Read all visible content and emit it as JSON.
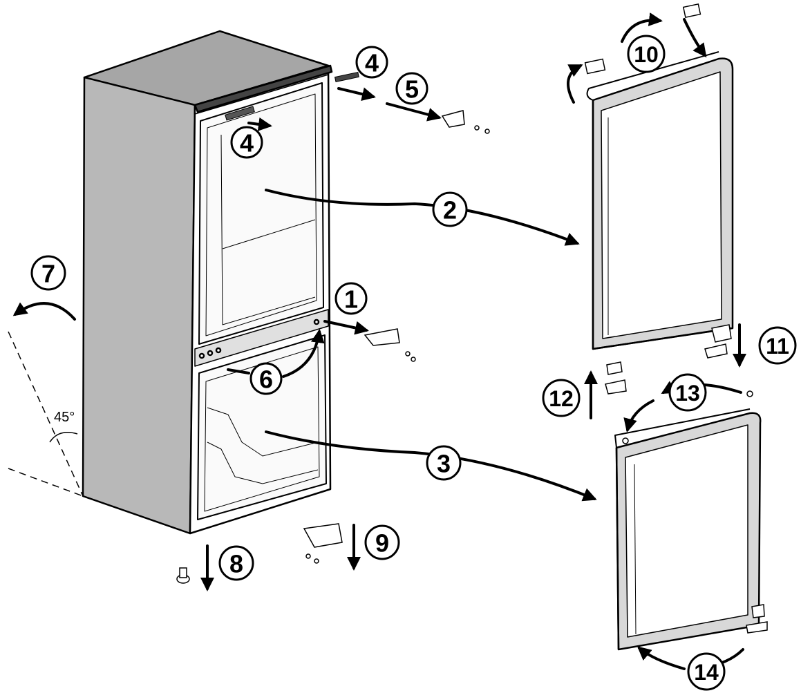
{
  "diagram": {
    "steps": {
      "s1": "1",
      "s2": "2",
      "s3": "3",
      "s4a": "4",
      "s4b": "4",
      "s5": "5",
      "s6": "6",
      "s7": "7",
      "s8": "8",
      "s9": "9",
      "s10": "10",
      "s11": "11",
      "s12": "12",
      "s13": "13",
      "s14": "14"
    },
    "angle_label": "45°"
  }
}
